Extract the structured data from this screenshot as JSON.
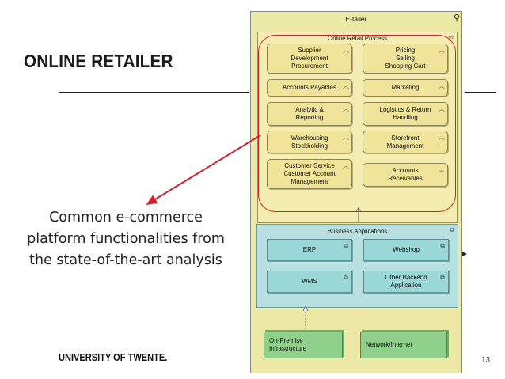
{
  "slide": {
    "title": "ONLINE RETAILER",
    "caption": "Common e-commerce platform functionalities from the state-of-the-art analysis",
    "university": "UNIVERSITY OF TWENTE.",
    "page_number": "13"
  },
  "diagram": {
    "etailer_title": "E-tailer",
    "process_title": "Online Retail Process",
    "functions": [
      "Supplier\nDevelopment\nProcurement",
      "Pricing\nSelling\nShopping Cart",
      "Accounts Payables",
      "Marketing",
      "Analytic &\nReporting",
      "Logistics & Return\nHandling",
      "Warehousing\nStockholding",
      "Storefront\nManagement",
      "Customer Service\nCustomer Account\nManagement",
      "Accounts\nReceivables"
    ],
    "applications_title": "Business Applications",
    "applications": [
      "ERP",
      "Webshop",
      "WMS",
      "Other Backend\nApplication"
    ],
    "nodes": [
      "On-Premise\nInfrastructure",
      "Network/Internet"
    ]
  },
  "icons": {
    "actor": "actor-icon",
    "function": "function-chevron-icon",
    "component": "component-icon"
  },
  "colors": {
    "highlight": "#d0202a",
    "business_layer": "#ece8a6",
    "application_layer": "#b8e0e0",
    "technology_layer": "#8fd08a"
  }
}
